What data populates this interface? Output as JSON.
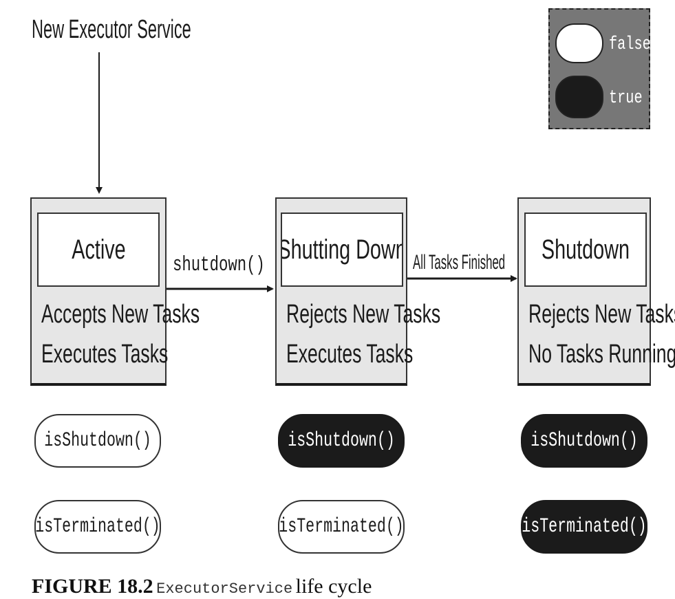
{
  "start_label": "New Executor Service",
  "legend": {
    "false_label": "false",
    "true_label": "true"
  },
  "states": [
    {
      "title": "Active",
      "line1": "Accepts New Tasks",
      "line2": "Executes Tasks",
      "is_shutdown": false,
      "is_terminated": false
    },
    {
      "title": "Shutting Down",
      "line1": "Rejects New Tasks",
      "line2": "Executes Tasks",
      "is_shutdown": true,
      "is_terminated": false
    },
    {
      "title": "Shutdown",
      "line1": "Rejects New Tasks",
      "line2": "No Tasks Running",
      "is_shutdown": true,
      "is_terminated": true
    }
  ],
  "transitions": [
    {
      "label": "shutdown()"
    },
    {
      "label": "All Tasks Finished"
    }
  ],
  "methods": {
    "is_shutdown": "isShutdown()",
    "is_terminated": "isTerminated()"
  },
  "caption": {
    "figure": "FIGURE 18.2",
    "code": "ExecutorService",
    "text": "life cycle"
  }
}
